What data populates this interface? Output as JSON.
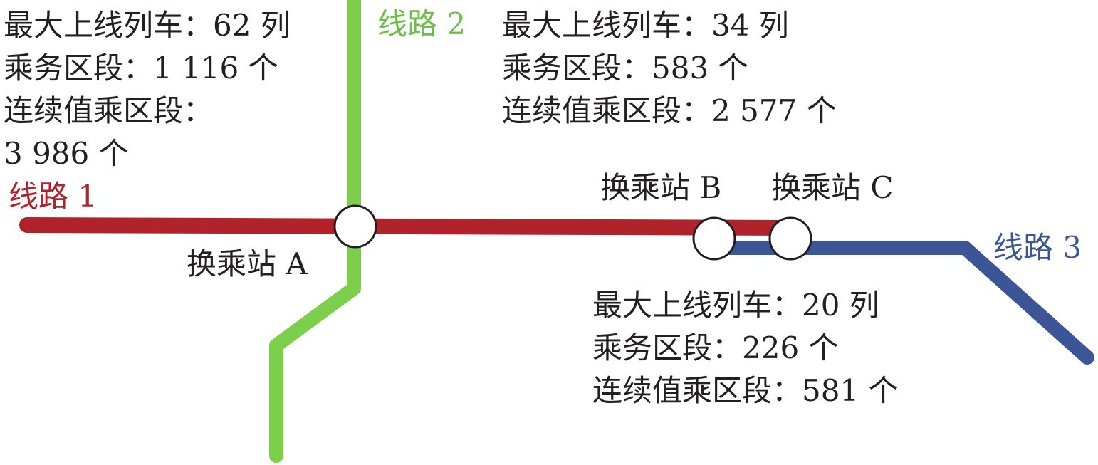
{
  "colors": {
    "line1": "#b0232b",
    "line2": "#7ccf4a",
    "line3": "#3c5597"
  },
  "lines": {
    "line1": {
      "label": "线路 1",
      "stats": [
        "最大上线列车：62 列",
        "乘务区段：1 116 个",
        "连续值乘区段：",
        "3 986 个"
      ]
    },
    "line2": {
      "label": "线路 2",
      "stats": [
        "最大上线列车：34 列",
        "乘务区段：583 个",
        "连续值乘区段：2 577 个"
      ]
    },
    "line3": {
      "label": "线路 3",
      "stats": [
        "最大上线列车：20 列",
        "乘务区段：226 个",
        "连续值乘区段：581 个"
      ]
    }
  },
  "stations": {
    "a": "换乘站 A",
    "b": "换乘站 B",
    "c": "换乘站 C"
  }
}
